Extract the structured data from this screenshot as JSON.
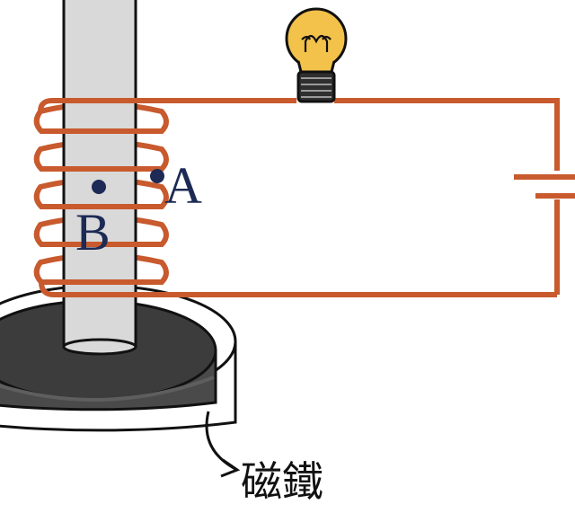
{
  "labels": {
    "point_a": "A",
    "point_b": "B",
    "magnet": "磁鐵"
  },
  "colors": {
    "wire": "#c85a2e",
    "point": "#1c2a55",
    "label_text": "#1c2a55",
    "magnet_text": "#111111",
    "rod_fill": "#d9d9d9",
    "magnet_top": "#3c3c3c",
    "magnet_side": "#4a4a4a",
    "bulb_glass": "#f3c24a",
    "bulb_base": "#2f2f2f",
    "outline": "#111111"
  },
  "icons": {
    "bulb": "light-bulb-icon",
    "battery": "battery-icon",
    "arrow": "arrow-icon"
  }
}
